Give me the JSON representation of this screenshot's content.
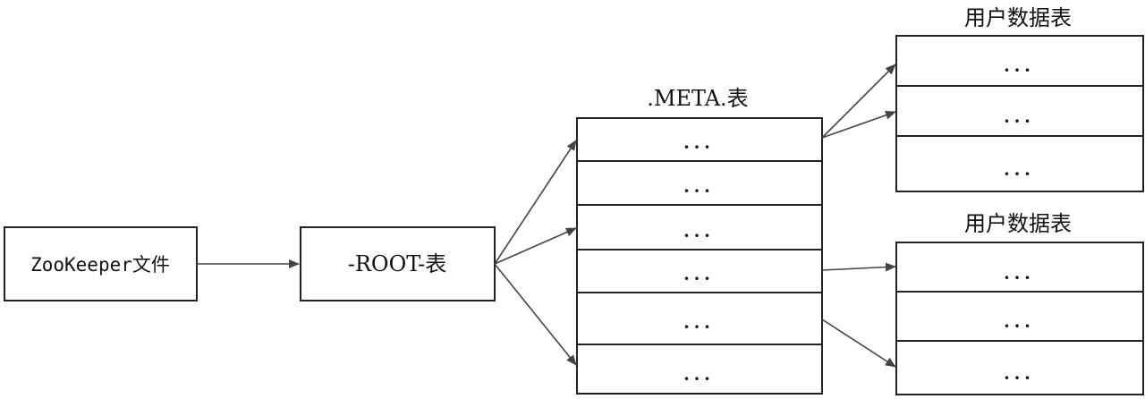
{
  "zookeeper": {
    "label": "ZooKeeper文件"
  },
  "root": {
    "label": "-ROOT-表"
  },
  "meta": {
    "title": ".META.表",
    "rows": [
      "...",
      "...",
      "...",
      "...",
      "...",
      "..."
    ]
  },
  "user_table_1": {
    "title": "用户数据表",
    "rows": [
      "...",
      "...",
      "..."
    ]
  },
  "user_table_2": {
    "title": "用户数据表",
    "rows": [
      "...",
      "...",
      "..."
    ]
  }
}
